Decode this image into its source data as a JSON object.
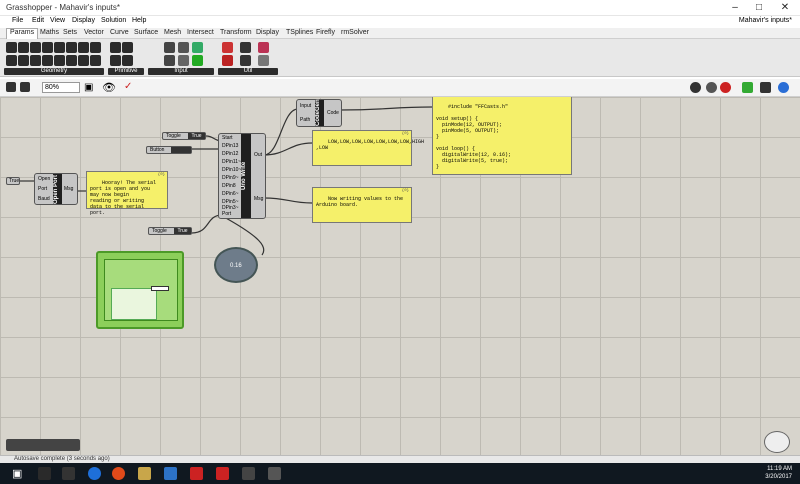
{
  "window": {
    "title": "Grasshopper - Mahavir's inputs*",
    "doc_name": "Mahavir's inputs*"
  },
  "menu": [
    "File",
    "Edit",
    "View",
    "Display",
    "Solution",
    "Help"
  ],
  "tabs": [
    "Params",
    "Maths",
    "Sets",
    "Vector",
    "Curve",
    "Surface",
    "Mesh",
    "Intersect",
    "Transform",
    "Display",
    "TSplines",
    "Firefly",
    "rmSolver"
  ],
  "ribbon_groups": [
    "Geometry",
    "Primitive",
    "Input",
    "Util"
  ],
  "toolbar": {
    "zoom": "80%"
  },
  "canvas": {
    "open_port": {
      "true_label": "True",
      "inputs": [
        "Open",
        "Port",
        "Baud"
      ],
      "output": "Msg",
      "core": "Open Port"
    },
    "panel_hooray": {
      "text": "Hooray! The serial\nport is open and you\nmay now begin\nreading or writing\ndata to the serial\nport.",
      "id": "{0}"
    },
    "toggle_start": {
      "label": "Toggle",
      "value": "True"
    },
    "button": {
      "label": "Button"
    },
    "toggle_port": {
      "label": "Toggle",
      "value": "True"
    },
    "uno_write": {
      "inputs": [
        "Start",
        "DPin13",
        "DPin12",
        "DPin11~",
        "DPin10~",
        "DPin9~",
        "DPin8",
        "DPin6~",
        "DPin5~",
        "DPin3~",
        "Port"
      ],
      "outputs": [
        "Out",
        "Msg"
      ],
      "core": "Uno Write"
    },
    "panel_out": {
      "text": "LOW,LOW,LOW,LOW,LOW,LOW,LOW,HIGH\n,LOW",
      "id": "{0}"
    },
    "panel_msg": {
      "text": "Now writing values to the\nArduino board.",
      "id": "{0}"
    },
    "codegen": {
      "inputs": [
        "Input",
        "Path"
      ],
      "output": "Code",
      "core": "CodeGen"
    },
    "panel_code": {
      "text": "#include \"FFCasts.h\"\n\nvoid setup() {\n  pinMode(12, OUTPUT);\n  pinMode(5, OUTPUT);\n}\n\nvoid loop() {\n  digitalWrite(12, 0.16);\n  digitalWrite(5, true);\n}"
    },
    "slider_knob": {
      "value": "0.16"
    }
  },
  "status": {
    "text": "Autosave complete (3 seconds ago)"
  },
  "clock": {
    "time": "11:19 AM",
    "date": "3/20/2017"
  }
}
